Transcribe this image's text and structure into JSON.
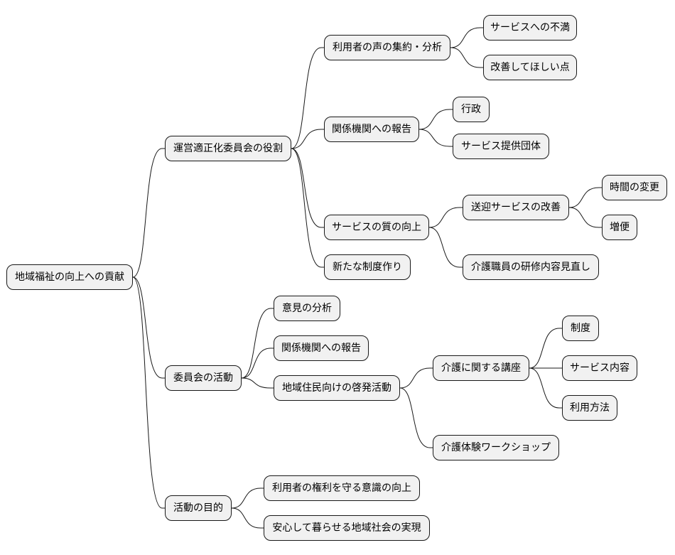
{
  "mindmap": {
    "root": "地域福祉の向上への貢献",
    "branches": [
      {
        "label": "運営適正化委員会の役割",
        "children": [
          {
            "label": "利用者の声の集約・分析",
            "children": [
              "サービスへの不満",
              "改善してほしい点"
            ]
          },
          {
            "label": "関係機関への報告",
            "children": [
              "行政",
              "サービス提供団体"
            ]
          },
          {
            "label": "サービスの質の向上",
            "children": [
              {
                "label": "送迎サービスの改善",
                "children": [
                  "時間の変更",
                  "増便"
                ]
              },
              {
                "label": "介護職員の研修内容見直し"
              }
            ]
          },
          {
            "label": "新たな制度作り"
          }
        ]
      },
      {
        "label": "委員会の活動",
        "children": [
          {
            "label": "意見の分析"
          },
          {
            "label": "関係機関への報告"
          },
          {
            "label": "地域住民向けの啓発活動",
            "children": [
              {
                "label": "介護に関する講座",
                "children": [
                  "制度",
                  "サービス内容",
                  "利用方法"
                ]
              },
              {
                "label": "介護体験ワークショップ"
              }
            ]
          }
        ]
      },
      {
        "label": "活動の目的",
        "children": [
          {
            "label": "利用者の権利を守る意識の向上"
          },
          {
            "label": "安心して暮らせる地域社会の実現"
          }
        ]
      }
    ]
  },
  "colors": {
    "node_fill": "#f1f1f1",
    "node_border": "#181818",
    "connector": "#181818",
    "text": "#000000",
    "background": "#ffffff"
  }
}
